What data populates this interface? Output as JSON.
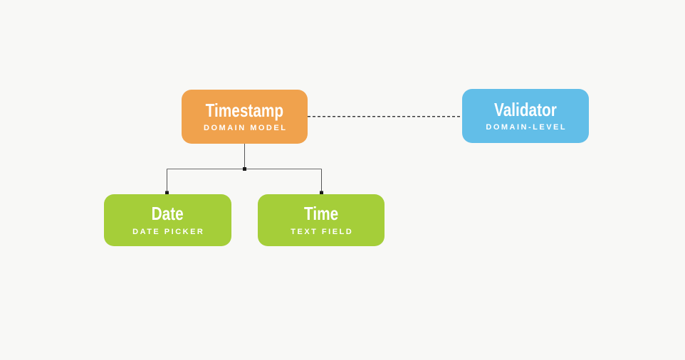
{
  "diagram": {
    "background_color": "#f8f8f6",
    "text_color": "#ffffff",
    "connector_solid_color": "#555555",
    "connector_dashed_color": "#3a3a3a",
    "endpoint_dot_color": "#1a1a1a",
    "nodes": [
      {
        "id": "timestamp",
        "title": "Timestamp",
        "subtitle": "DOMAIN MODEL",
        "color": "#f0a24d"
      },
      {
        "id": "validator",
        "title": "Validator",
        "subtitle": "DOMAIN-LEVEL",
        "color": "#62bee8"
      },
      {
        "id": "date",
        "title": "Date",
        "subtitle": "DATE PICKER",
        "color": "#a5ce39"
      },
      {
        "id": "time",
        "title": "Time",
        "subtitle": "TEXT FIELD",
        "color": "#a5ce39"
      }
    ],
    "edges": [
      {
        "from": "timestamp",
        "to": "validator",
        "style": "dashed"
      },
      {
        "from": "timestamp",
        "to": "date",
        "style": "solid"
      },
      {
        "from": "timestamp",
        "to": "time",
        "style": "solid"
      }
    ]
  }
}
